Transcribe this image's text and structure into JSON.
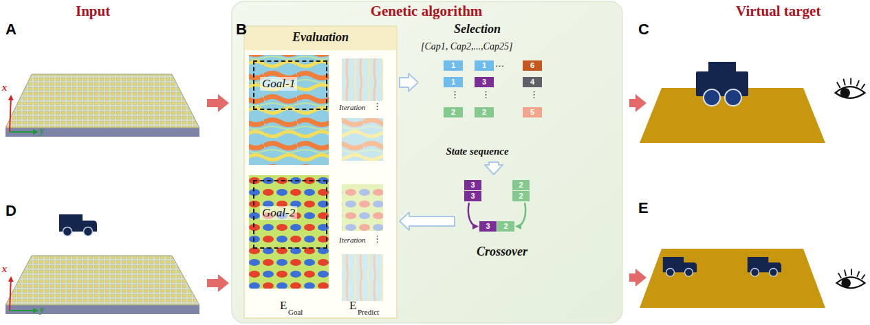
{
  "diagram": {
    "nodes": [
      {
        "text": [
          "A",
          "Input"
        ]
      },
      {
        "text": [
          "B",
          "Genetic algorithm"
        ]
      },
      {
        "text": [
          "Evaluation"
        ],
        "in": 1
      },
      {
        "text": [
          "Goal-1"
        ],
        "in": 2
      },
      {
        "text": [
          "Goal-2"
        ],
        "in": 2
      },
      {
        "text": [
          "Selection",
          "[Cap1, Cap2,...,Cap25]",
          "State sequence"
        ],
        "in": 1
      },
      {
        "text": [
          "1"
        ],
        "in": 5
      },
      {
        "text": [
          "1"
        ],
        "in": 5
      },
      {
        "text": [
          "6"
        ],
        "in": 5
      },
      {
        "text": [
          "1"
        ],
        "in": 5
      },
      {
        "text": [
          "3"
        ],
        "in": 5
      },
      {
        "text": [
          "4"
        ],
        "in": 5
      },
      {
        "text": [
          "2"
        ],
        "in": 5
      },
      {
        "text": [
          "2"
        ],
        "in": 5
      },
      {
        "text": [
          "5"
        ],
        "in": 5
      },
      {
        "text": [
          "Crossover"
        ],
        "in": 1
      },
      {
        "text": [
          "3"
        ],
        "in": 15
      },
      {
        "text": [
          "2"
        ],
        "in": 15
      },
      {
        "text": [
          "3"
        ],
        "in": 15
      },
      {
        "text": [
          "2"
        ],
        "in": 15
      },
      {
        "text": [
          "3"
        ],
        "in": 15
      },
      {
        "text": [
          "2"
        ],
        "in": 15
      },
      {
        "text": [
          "C",
          "Virtual target"
        ]
      },
      {
        "text": [
          "D"
        ]
      },
      {
        "text": [
          "E"
        ]
      }
    ],
    "edges": [
      {
        "from": 0,
        "to": 1,
        "arrow": "to"
      },
      {
        "from": 23,
        "to": 1,
        "arrow": "to"
      },
      {
        "from": 1,
        "to": 22,
        "arrow": "to"
      },
      {
        "from": 1,
        "to": 24,
        "arrow": "to"
      },
      {
        "from": 2,
        "to": 5,
        "arrow": "to"
      },
      {
        "from": 5,
        "to": 15,
        "arrow": "to"
      },
      {
        "from": 15,
        "to": 2,
        "arrow": "to"
      },
      {
        "from": 18,
        "to": 20,
        "arrow": "to"
      },
      {
        "from": 19,
        "to": 21,
        "arrow": "to"
      }
    ],
    "labels": [
      "x",
      "y",
      "x",
      "y",
      "Iteration",
      "⋮",
      "Iteration",
      "⋮",
      "E",
      "Goal",
      "E",
      "Predict",
      "…",
      "⋮",
      "⋮",
      "⋮"
    ]
  }
}
